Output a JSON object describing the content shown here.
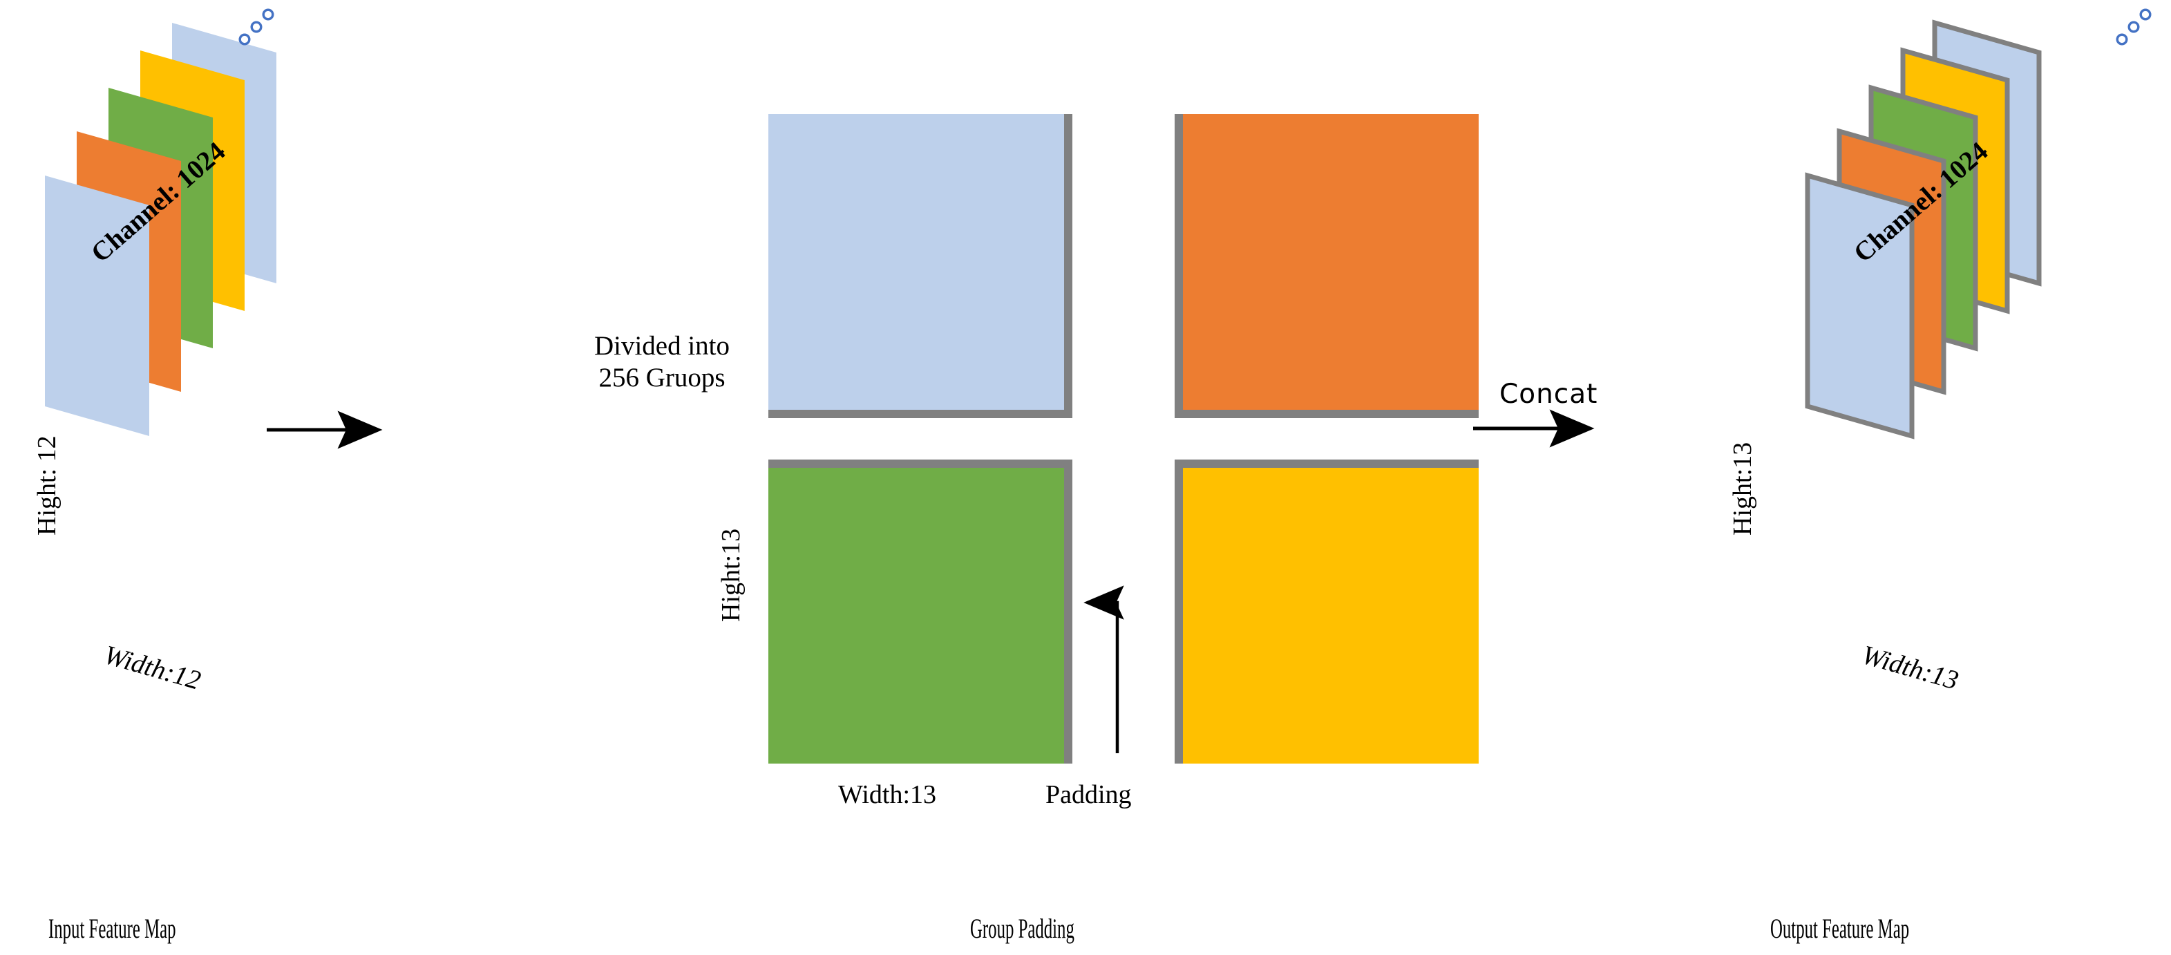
{
  "diagram": {
    "title_hidden": "",
    "captions": {
      "input": "Input Feature Map",
      "group": "Group Padding",
      "output": "Output Feature Map"
    },
    "colors": {
      "blue": "#BDD0EB",
      "orange": "#ED7D31",
      "green": "#70AD47",
      "yellow": "#FFC000",
      "padding_gray": "#808080",
      "dot_blue": "#4472C4",
      "arrow_black": "#000000",
      "background": "#FFFFFF"
    },
    "input_feature_map": {
      "channel_label": "Channel: 1024",
      "height_label": "Hight: 12",
      "width_label": "Width:12",
      "plane_colors": [
        "#BDD0EB",
        "#ED7D31",
        "#70AD47",
        "#FFC000",
        "#BDD0EB"
      ],
      "ellipsis_dots": 3
    },
    "arrow_1": {
      "label_line_1": "Divided into",
      "label_line_2": "256 Gruops"
    },
    "group_padding": {
      "height_label": "Hight:13",
      "width_label": "Width:13",
      "padding_label": "Padding",
      "squares": [
        {
          "name": "group-square-blue",
          "color": "#BDD0EB",
          "padding_edges": "right-bottom"
        },
        {
          "name": "group-square-orange",
          "color": "#ED7D31",
          "padding_edges": "left-bottom"
        },
        {
          "name": "group-square-green",
          "color": "#70AD47",
          "padding_edges": "top-right"
        },
        {
          "name": "group-square-yellow",
          "color": "#FFC000",
          "padding_edges": "top-left"
        }
      ]
    },
    "arrow_2": {
      "label": "Concat"
    },
    "output_feature_map": {
      "channel_label": "Channel: 1024",
      "height_label": "Hight:13",
      "width_label": "Width:13",
      "plane_colors": [
        "#BDD0EB",
        "#ED7D31",
        "#70AD47",
        "#FFC000",
        "#BDD0EB"
      ],
      "ellipsis_dots": 3
    }
  },
  "chart_data": {
    "type": "diagram",
    "title": "Group Padding feature-map transformation",
    "stages": [
      "Input Feature Map",
      "Group Padding",
      "Output Feature Map"
    ],
    "input_dims": {
      "height": 12,
      "width": 12,
      "channels": 1024
    },
    "groups": 256,
    "output_dims": {
      "height": 13,
      "width": 13,
      "channels": 1024
    },
    "operations": [
      "Divided into 256 Gruops",
      "Padding",
      "Concat"
    ]
  }
}
